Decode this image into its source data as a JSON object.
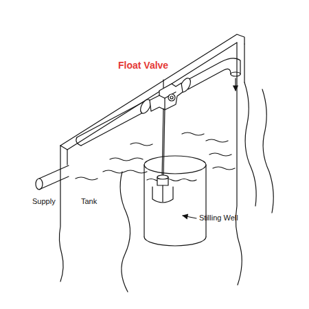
{
  "diagram": {
    "labels": [
      "Float Valve",
      "Supply",
      "Tank",
      "Stilling Well"
    ]
  }
}
